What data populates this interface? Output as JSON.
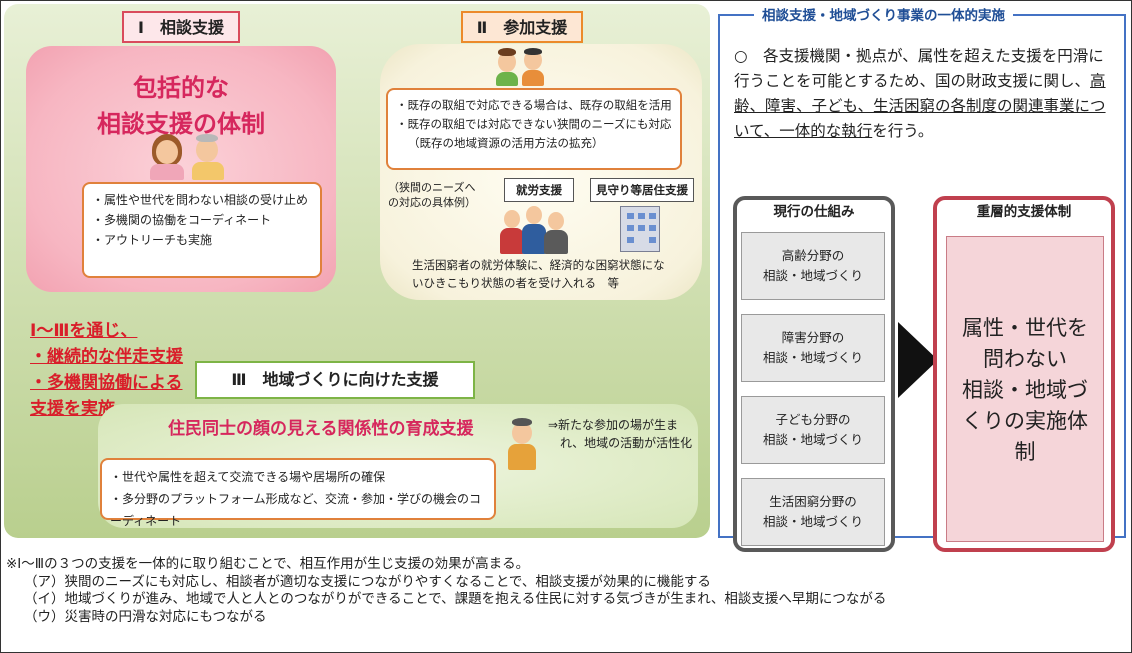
{
  "left": {
    "section1": {
      "title": "Ⅰ　相談支援",
      "heading_line1": "包括的な",
      "heading_line2": "相談支援の体制",
      "items": [
        "・属性や世代を問わない相談の受け止め",
        "・多機関の協働をコーディネート",
        "・アウトリーチも実施"
      ]
    },
    "section2": {
      "title": "Ⅱ　参加支援",
      "items": [
        "・既存の取組で対応できる場合は、既存の取組を活用",
        "・既存の取組では対応できない狭間のニーズにも対応",
        "（既存の地域資源の活用方法の拡充）"
      ],
      "example_label_line1": "（狭間のニーズへ",
      "example_label_line2": "の対応の具体例）",
      "example1": "就労支援",
      "example2": "見守り等居住支援",
      "description_line1": "生活困窮者の就労体験に、経済的な困窮状態にな",
      "description_line2": "いひきこもり状態の者を受け入れる　等"
    },
    "through": {
      "line1": "Ⅰ～Ⅲを通じ、",
      "line2": "・継続的な伴走支援",
      "line3": "・多機関協働による",
      "line4": "支援を実施"
    },
    "section3": {
      "title": "Ⅲ　地域づくりに向けた支援",
      "heading": "住民同士の顔の見える関係性の育成支援",
      "items": [
        "・世代や属性を超えて交流できる場や居場所の確保",
        "・多分野のプラットフォーム形成など、交流・参加・学びの機会のコーディネート"
      ],
      "side_note_line1": "⇒新たな参加の場が生ま",
      "side_note_line2": "　れ、地域の活動が活性化"
    }
  },
  "right": {
    "heading": "相談支援・地域づくり事業の一体的実施",
    "body_prefix": "○　各支援機関・拠点が、属性を超えた支援を円滑に行うことを可能とするため、国の財政支援に関し、",
    "body_underlined": "高齢、障害、子ども、生活困窮の各制度の関連事業について、一体的な執行",
    "body_suffix": "を行う。",
    "current": {
      "title": "現行の仕組み",
      "boxes": [
        {
          "line1": "高齢分野の",
          "line2": "相談・地域づくり"
        },
        {
          "line1": "障害分野の",
          "line2": "相談・地域づくり"
        },
        {
          "line1": "子ども分野の",
          "line2": "相談・地域づくり"
        },
        {
          "line1": "生活困窮分野の",
          "line2": "相談・地域づくり"
        }
      ]
    },
    "layered": {
      "title": "重層的支援体制",
      "lines": [
        "属性・世代を",
        "問わない",
        "相談・地域づ",
        "くりの実施体",
        "制"
      ]
    }
  },
  "notes": {
    "main": "※Ⅰ～Ⅲの３つの支援を一体的に取り組むことで、相互作用が生じ支援の効果が高まる。",
    "a": "（ア）狭間のニーズにも対応し、相談者が適切な支援につながりやすくなることで、相談支援が効果的に機能する",
    "b": "（イ）地域づくりが進み、地域で人と人とのつながりができることで、課題を抱える住民に対する気づきが生まれ、相談支援へ早期につながる",
    "c": "（ウ）災害時の円滑な対応にもつながる"
  },
  "colors": {
    "section1_accent": "#d94b5c",
    "section2_accent": "#ec8a2a",
    "section3_accent": "#7db446",
    "right_border": "#4472c4",
    "layered_border": "#c0404e",
    "emphasis_red": "#d91e2a",
    "heading_pink": "#d6275d"
  }
}
